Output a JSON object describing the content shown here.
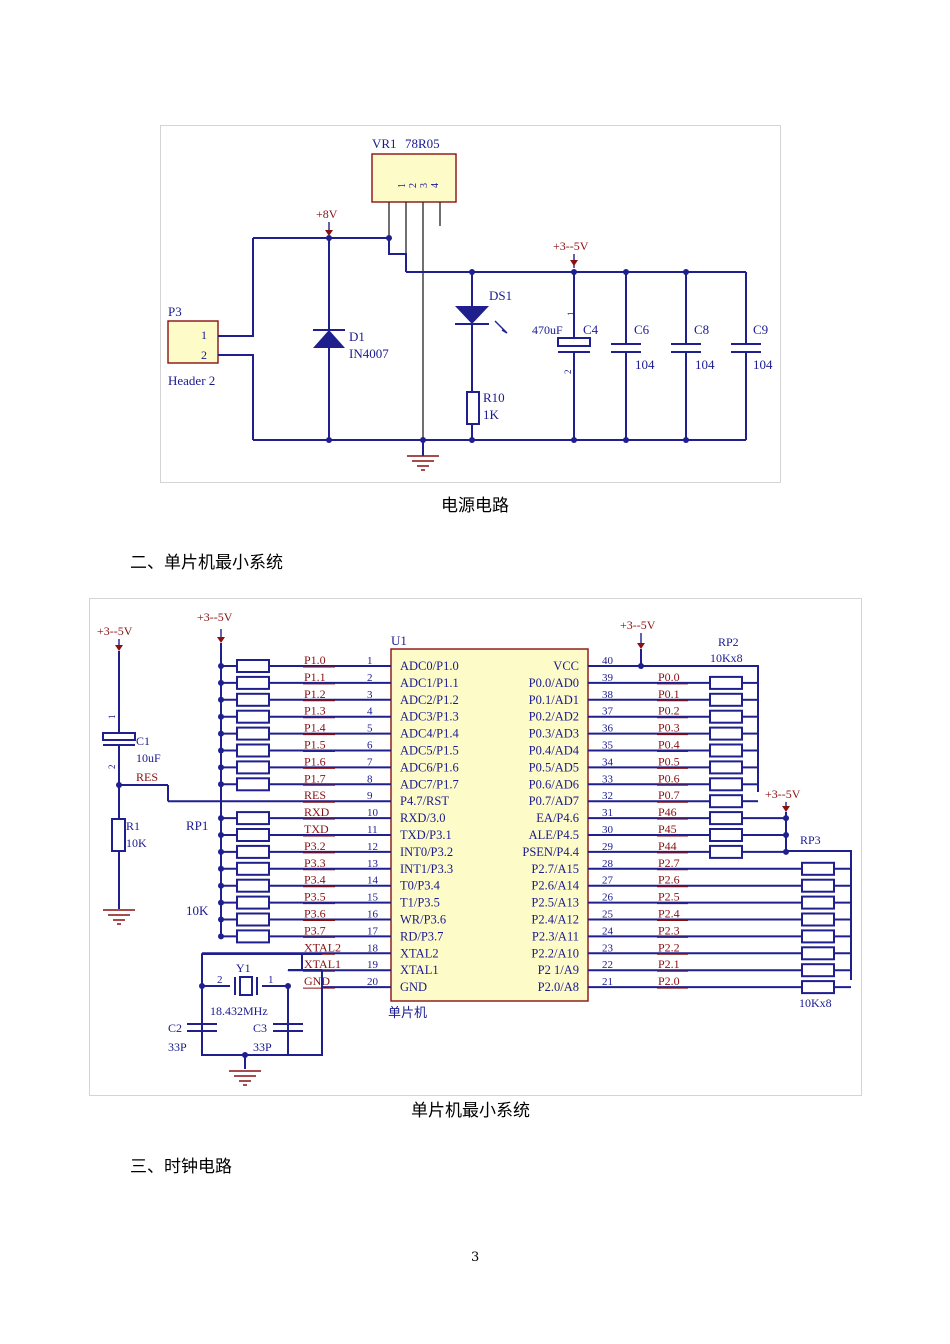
{
  "power": {
    "caption": "电源电路",
    "vr": {
      "ref": "VR1",
      "value": "78R05",
      "pins": [
        "1",
        "2",
        "3",
        "4"
      ]
    },
    "plus8": "+8V",
    "plus5": "+3--5V",
    "p3": {
      "ref": "P3",
      "pins": [
        "1",
        "2"
      ],
      "name": "Header 2"
    },
    "d1": {
      "ref": "D1",
      "value": "IN4007"
    },
    "ds1": "DS1",
    "r10": {
      "ref": "R10",
      "value": "1K"
    },
    "c4": {
      "ref": "C4",
      "value": "470uF",
      "pin1": "1",
      "pin2": "2"
    },
    "caps": [
      {
        "ref": "C6",
        "value": "104"
      },
      {
        "ref": "C8",
        "value": "104"
      },
      {
        "ref": "C9",
        "value": "104"
      }
    ]
  },
  "section2": "二、单片机最小系统",
  "mcu": {
    "caption": "单片机最小系统",
    "u1": "U1",
    "chip": "单片机",
    "left_pins": [
      {
        "num": "1",
        "net": "P1.0",
        "name": "ADC0/P1.0"
      },
      {
        "num": "2",
        "net": "P1.1",
        "name": "ADC1/P1.1"
      },
      {
        "num": "3",
        "net": "P1.2",
        "name": "ADC2/P1.2"
      },
      {
        "num": "4",
        "net": "P1.3",
        "name": "ADC3/P1.3"
      },
      {
        "num": "5",
        "net": "P1.4",
        "name": "ADC4/P1.4"
      },
      {
        "num": "6",
        "net": "P1.5",
        "name": "ADC5/P1.5"
      },
      {
        "num": "7",
        "net": "P1.6",
        "name": "ADC6/P1.6"
      },
      {
        "num": "8",
        "net": "P1.7",
        "name": "ADC7/P1.7"
      },
      {
        "num": "9",
        "net": "RES",
        "name": "P4.7/RST"
      },
      {
        "num": "10",
        "net": "RXD",
        "name": "RXD/3.0"
      },
      {
        "num": "11",
        "net": "TXD",
        "name": "TXD/P3.1"
      },
      {
        "num": "12",
        "net": "P3.2",
        "name": "INT0/P3.2"
      },
      {
        "num": "13",
        "net": "P3.3",
        "name": "INT1/P3.3"
      },
      {
        "num": "14",
        "net": "P3.4",
        "name": "T0/P3.4"
      },
      {
        "num": "15",
        "net": "P3.5",
        "name": "T1/P3.5"
      },
      {
        "num": "16",
        "net": "P3.6",
        "name": "WR/P3.6"
      },
      {
        "num": "17",
        "net": "P3.7",
        "name": "RD/P3.7"
      },
      {
        "num": "18",
        "net": "XTAL2",
        "name": "XTAL2"
      },
      {
        "num": "19",
        "net": "XTAL1",
        "name": "XTAL1"
      },
      {
        "num": "20",
        "net": "GND",
        "name": "GND"
      }
    ],
    "right_pins": [
      {
        "num": "40",
        "net": "",
        "name": "VCC"
      },
      {
        "num": "39",
        "net": "P0.0",
        "name": "P0.0/AD0"
      },
      {
        "num": "38",
        "net": "P0.1",
        "name": "P0.1/AD1"
      },
      {
        "num": "37",
        "net": "P0.2",
        "name": "P0.2/AD2"
      },
      {
        "num": "36",
        "net": "P0.3",
        "name": "P0.3/AD3"
      },
      {
        "num": "35",
        "net": "P0.4",
        "name": "P0.4/AD4"
      },
      {
        "num": "34",
        "net": "P0.5",
        "name": "P0.5/AD5"
      },
      {
        "num": "33",
        "net": "P0.6",
        "name": "P0.6/AD6"
      },
      {
        "num": "32",
        "net": "P0.7",
        "name": "P0.7/AD7"
      },
      {
        "num": "31",
        "net": "P46",
        "name": "EA/P4.6"
      },
      {
        "num": "30",
        "net": "P45",
        "name": "ALE/P4.5"
      },
      {
        "num": "29",
        "net": "P44",
        "name": "PSEN/P4.4"
      },
      {
        "num": "28",
        "net": "P2.7",
        "name": "P2.7/A15"
      },
      {
        "num": "27",
        "net": "P2.6",
        "name": "P2.6/A14"
      },
      {
        "num": "26",
        "net": "P2.5",
        "name": "P2.5/A13"
      },
      {
        "num": "25",
        "net": "P2.4",
        "name": "P2.4/A12"
      },
      {
        "num": "24",
        "net": "P2.3",
        "name": "P2.3/A11"
      },
      {
        "num": "23",
        "net": "P2.2",
        "name": "P2.2/A10"
      },
      {
        "num": "22",
        "net": "P2.1",
        "name": "P2 1/A9"
      },
      {
        "num": "21",
        "net": "P2.0",
        "name": "P2.0/A8"
      }
    ],
    "plus5_a": "+3--5V",
    "plus5_b": "+3--5V",
    "plus5_c": "+3--5V",
    "plus5_d": "+3--5V",
    "c1": {
      "ref": "C1",
      "value": "10uF",
      "pin1": "1",
      "pin2": "2"
    },
    "res": "RES",
    "r1": {
      "ref": "R1",
      "value": "10K"
    },
    "rp1": {
      "ref": "RP1",
      "value": "10K"
    },
    "rp2": {
      "ref": "RP2",
      "value": "10Kx8"
    },
    "rp3": {
      "ref": "RP3",
      "value": "10Kx8"
    },
    "y1": {
      "ref": "Y1",
      "freq": "18.432MHz",
      "p2": "2",
      "p1": "1"
    },
    "c2": {
      "ref": "C2",
      "value": "33P"
    },
    "c3": {
      "ref": "C3",
      "value": "33P"
    }
  },
  "section3": "三、时钟电路",
  "page_number": "3"
}
